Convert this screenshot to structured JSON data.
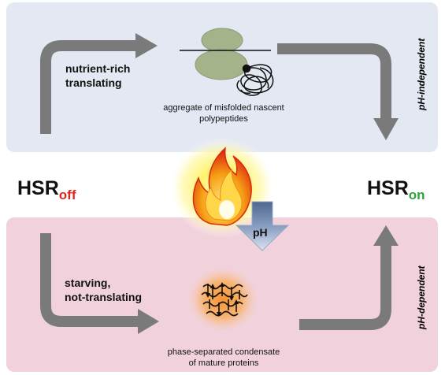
{
  "top": {
    "state_label_line1": "nutrient-rich",
    "state_label_line2": "translating",
    "caption_line1": "aggregate of misfolded nascent",
    "caption_line2": "polypeptides",
    "side_label": "pH-independent"
  },
  "bottom": {
    "state_label_line1": "starving,",
    "state_label_line2": "not-translating",
    "caption_line1": "phase-separated condensate",
    "caption_line2": "of mature proteins",
    "side_label": "pH-dependent"
  },
  "hsr_off": {
    "main": "HSR",
    "sub": "off",
    "sub_color": "#e0261b"
  },
  "hsr_on": {
    "main": "HSR",
    "sub": "on",
    "sub_color": "#2fa33a"
  },
  "ph_arrow": {
    "label": "pH"
  },
  "colors": {
    "top_panel": "#e3e8f2",
    "bottom_panel": "#f1d2dc",
    "arrow_gray": "#7a7a7a",
    "ribosome_green": "#a5b38b",
    "flame_glow": "#fff15a",
    "condensate_glow": "#f6a25c"
  },
  "icons": [
    "ribosome-icon",
    "aggregate-icon",
    "flame-icon",
    "ph-down-arrow-icon",
    "condensate-icon"
  ]
}
